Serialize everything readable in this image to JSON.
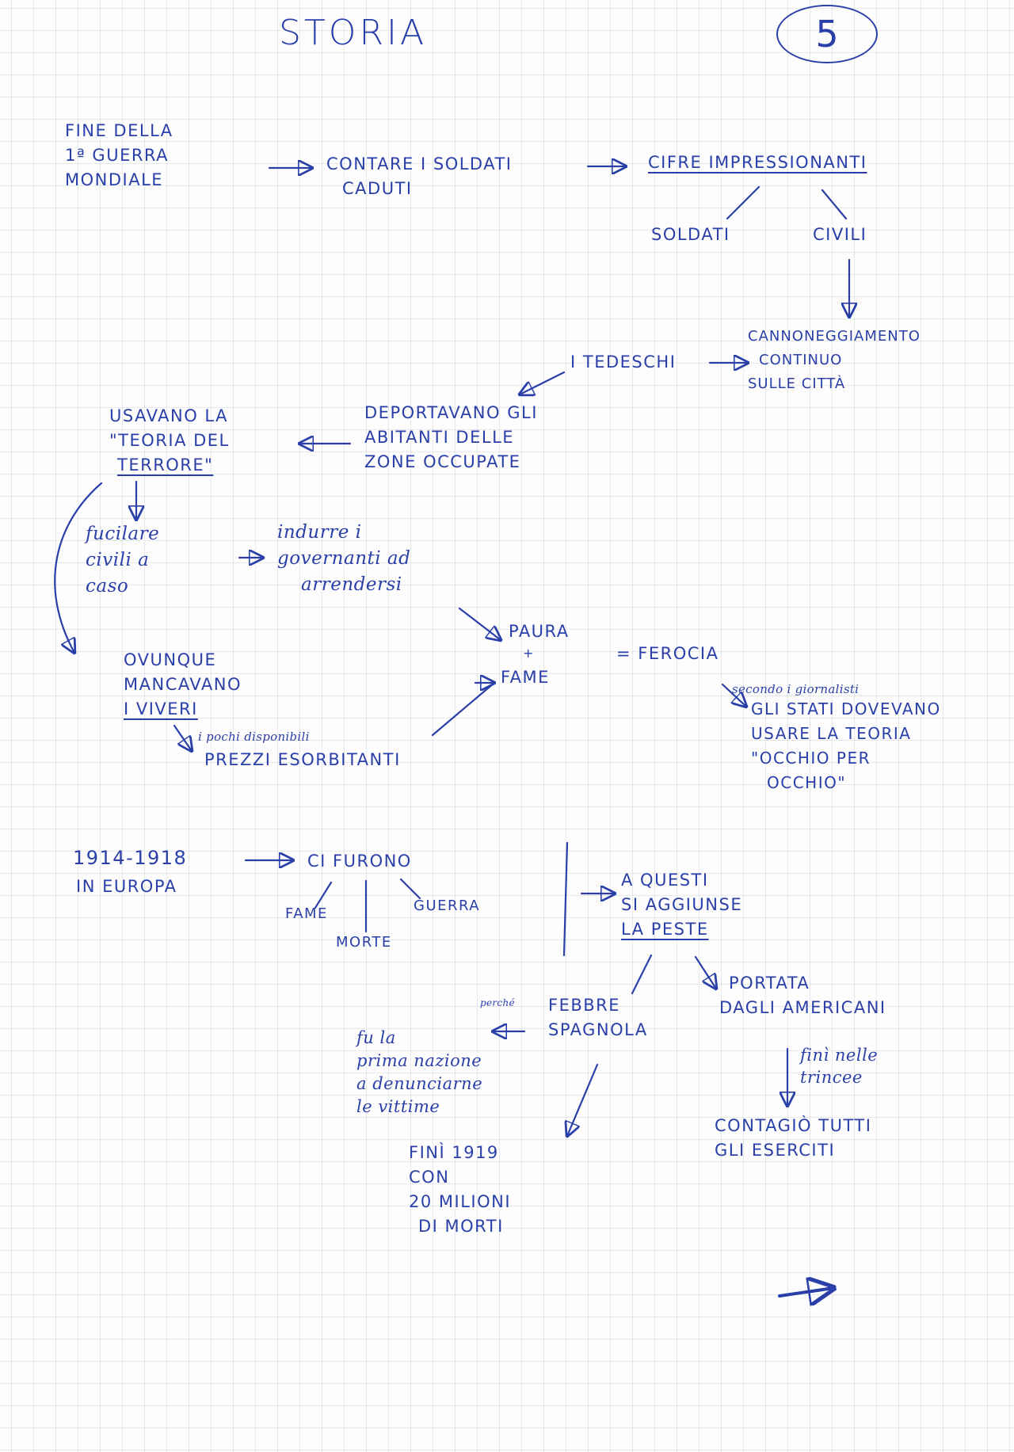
{
  "title": "STORIA",
  "page_number": "5",
  "section1": {
    "start": [
      "FINE DELLA",
      "1ª GUERRA",
      "MONDIALE"
    ],
    "count": [
      "CONTARE I SOLDATI",
      "CADUTI"
    ],
    "figures": "CIFRE IMPRESSIONANTI",
    "soldiers": "SOLDATI",
    "civilians": "CIVILI",
    "bombing": [
      "CANNONEGGIAMENTO",
      "CONTINUO",
      "SULLE CITTÀ"
    ],
    "germans": "I TEDESCHI",
    "deport": [
      "DEPORTAVANO GLI",
      "ABITANTI DELLE",
      "ZONE OCCUPATE"
    ],
    "terror": [
      "USAVANO LA",
      "\"TEORIA DEL",
      "TERRORE\""
    ],
    "shoot": [
      "fucilare",
      "civili a",
      "caso"
    ],
    "induce": [
      "indurre i",
      "governanti ad",
      "arrendersi"
    ],
    "fear": "PAURA",
    "plus": "+",
    "hunger": "FAME",
    "equals": "= FEROCIA",
    "journalists_note": "secondo i giornalisti",
    "states": [
      "GLI STATI DOVEVANO",
      "USARE LA TEORIA",
      "\"OCCHIO PER",
      "OCCHIO\""
    ],
    "supplies": [
      "OVUNQUE",
      "MANCAVANO",
      "I VIVERI"
    ],
    "few_available": "i pochi disponibili",
    "prices": "PREZZI ESORBITANTI"
  },
  "section2": {
    "years": "1914-1918",
    "place": "IN EUROPA",
    "there_were": "CI FURONO",
    "famine": "FAME",
    "war": "GUERRA",
    "death": "MORTE",
    "added": [
      "A QUESTI",
      "SI AGGIUNSE",
      "LA PESTE"
    ],
    "brought": [
      "PORTATA",
      "DAGLI AMERICANI"
    ],
    "because_note": "perché",
    "fever": [
      "FEBBRE",
      "SPAGNOLA"
    ],
    "first_nation": [
      "fu la",
      "prima nazione",
      "a denunciarne",
      "le vittime"
    ],
    "trenches": [
      "finì nelle",
      "trincee"
    ],
    "armies": [
      "CONTAGIÒ TUTTI",
      "GLI ESERCITI"
    ],
    "end": [
      "FINÌ 1919",
      "CON",
      "20 MILIONI",
      "DI MORTI"
    ]
  },
  "colors": {
    "ink": "#2a3fa8",
    "grid": "#aab4c0"
  }
}
